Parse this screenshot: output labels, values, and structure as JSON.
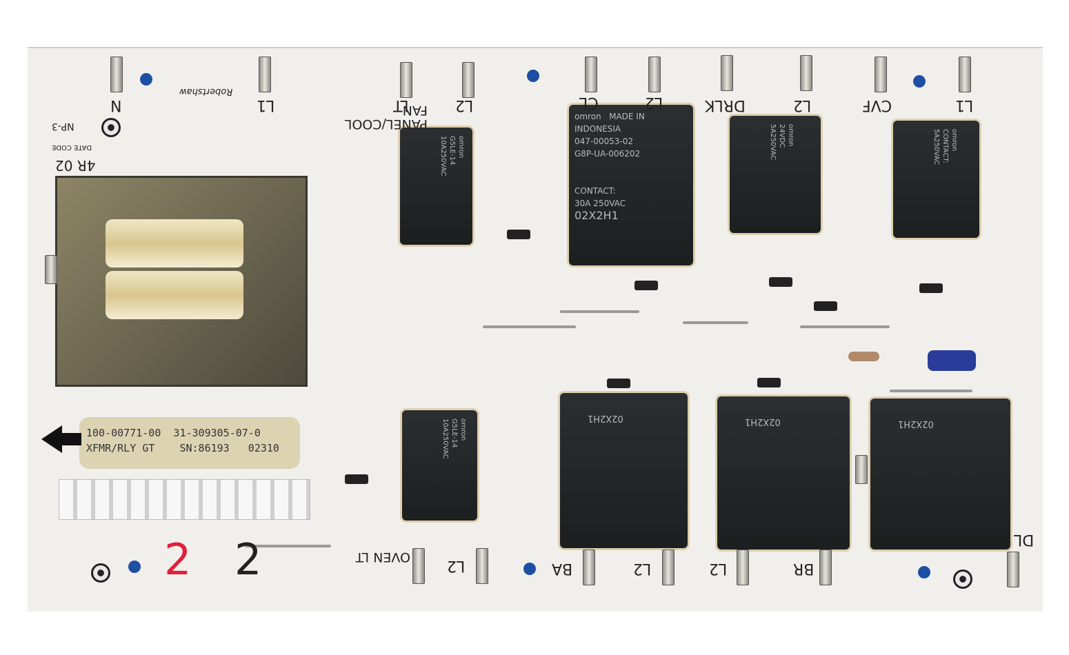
{
  "board": {
    "sticker": {
      "line1": "100-00771-00  31-309305-07-0",
      "line2": "XFMR/RLY GT    SN:86193   02310"
    },
    "labels": {
      "top": [
        "N",
        "L1",
        "LT",
        "L2",
        "CL",
        "L2",
        "DRLK",
        "L2",
        "CVF",
        "L1"
      ],
      "panel_fan": "PANEL/COOL FAN",
      "np": "NP-3",
      "date_code": "DATE CODE",
      "date_value": "4R 02",
      "bottom": [
        "OVEN LT",
        "L2",
        "BA",
        "L2",
        "L2",
        "BR",
        "DL"
      ],
      "maker": "Robertshaw"
    },
    "handwritten": [
      "2",
      "2"
    ],
    "relays": {
      "small": {
        "brand": "omron",
        "model": "G5LE-14",
        "coil": "24VDC",
        "contact": "CONTACT:",
        "rating1": "10A250VAC",
        "rating2": "5A250VAC"
      },
      "large": {
        "brand": "omron",
        "origin": "MADE IN INDONESIA",
        "part": "047-00053-02",
        "model": "G8P-UA-006202",
        "contact": "CONTACT:",
        "rating": "30A 250VAC",
        "code": "02X2H1"
      }
    },
    "colors": {
      "board": "#f1efec",
      "relay": "#1f2224",
      "hole": "#1d4fa3",
      "ink_red": "#e0203a"
    }
  }
}
